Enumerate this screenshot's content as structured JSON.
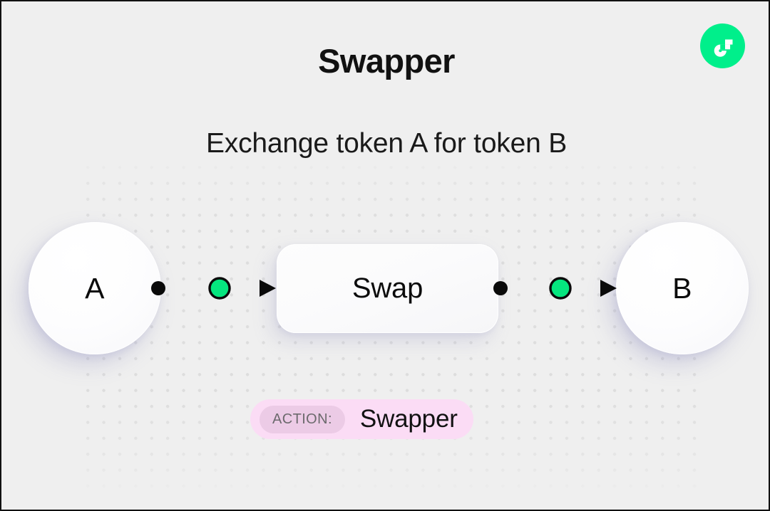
{
  "header": {
    "title": "Swapper",
    "subtitle": "Exchange token A for token B",
    "logo_icon": "flow-logo-icon",
    "logo_color": "#00EF8B"
  },
  "diagram": {
    "nodes": [
      {
        "id": "a",
        "label": "A",
        "shape": "circle"
      },
      {
        "id": "swap",
        "label": "Swap",
        "shape": "rounded-rect"
      },
      {
        "id": "b",
        "label": "B",
        "shape": "circle"
      }
    ],
    "edges": [
      {
        "from": "a",
        "to": "swap",
        "marker": "arrow",
        "node_color": "#05E67F"
      },
      {
        "from": "swap",
        "to": "b",
        "marker": "arrow",
        "node_color": "#05E67F"
      }
    ],
    "colors": {
      "accent_green": "#05E67F",
      "edge_stroke": "#0a0a0a",
      "canvas": "#EFEFEF",
      "dot": "#DDDDDD",
      "node_fill": "#FFFFFF"
    }
  },
  "action_badge": {
    "key": "ACTION:",
    "value": "Swapper",
    "pill_color": "#FBDCF5",
    "key_pill_color": "#ECCBE6",
    "key_text_color": "#6C6A6D"
  }
}
